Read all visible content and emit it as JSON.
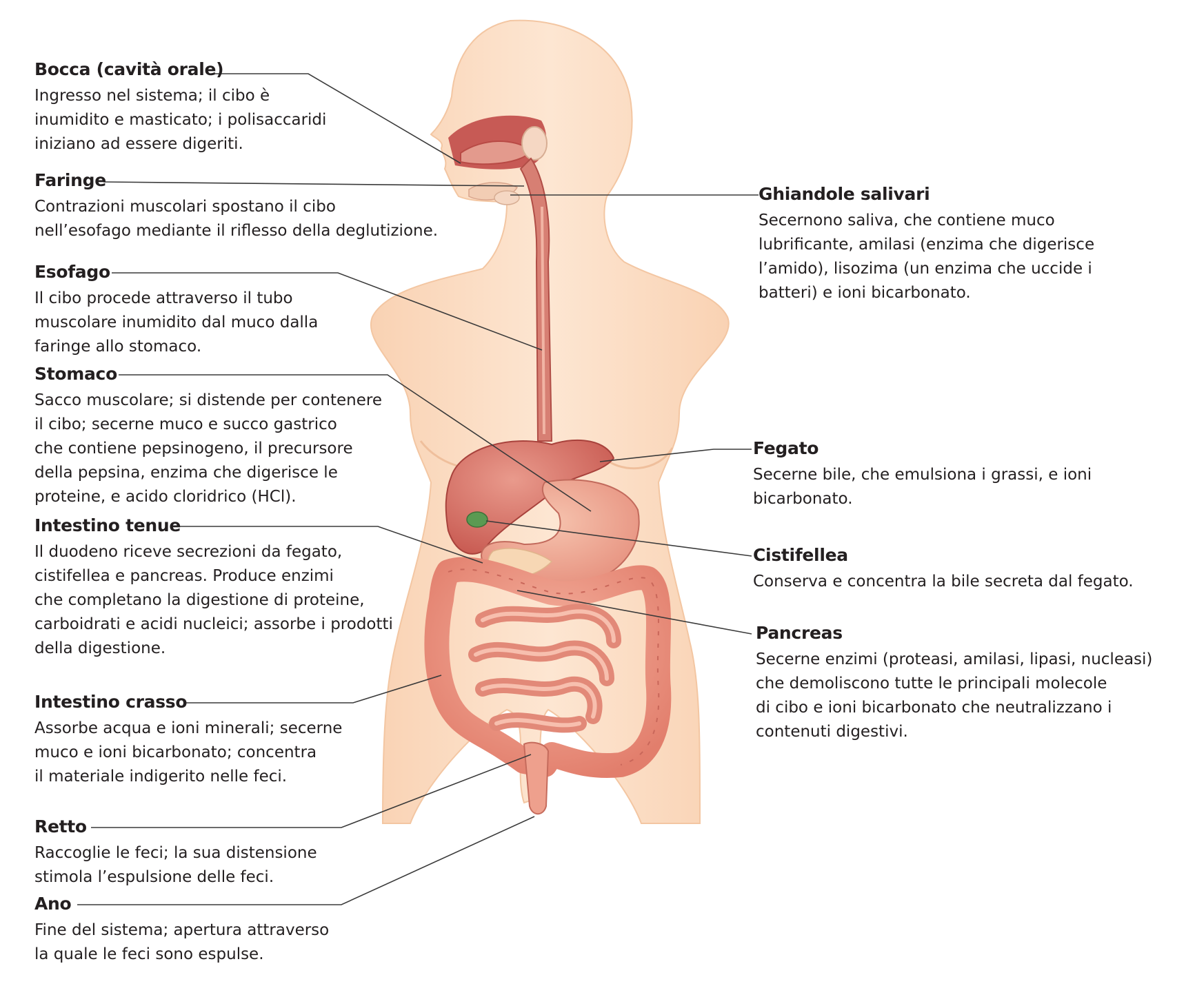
{
  "colors": {
    "skin": "#fde3cc",
    "skin_edge": "#f5c9a4",
    "organ": "#e08578",
    "organ_dark": "#c9554d",
    "intestine": "#f0a694",
    "gallbladder": "#5a9a52",
    "pancreas": "#f7d7b4",
    "leader_line": "#3a3a3a"
  },
  "labels": [
    {
      "id": "bocca",
      "title": "Bocca (cavità orale)",
      "text": "Ingresso nel sistema; il cibo è\ninumidito e masticato; i polisaccaridi\niniziano ad essere digeriti."
    },
    {
      "id": "faringe",
      "title": "Faringe",
      "text": "Contrazioni muscolari spostano il cibo\nnell’esofago mediante il riflesso della deglutizione."
    },
    {
      "id": "esofago",
      "title": "Esofago",
      "text": "Il cibo procede attraverso il tubo\nmuscolare inumidito dal muco dalla\nfaringe allo stomaco."
    },
    {
      "id": "stomaco",
      "title": "Stomaco",
      "text": "Sacco muscolare; si distende per contenere\nil cibo; secerne muco e succo gastrico\nche contiene pepsinogeno, il precursore\ndella pepsina, enzima che digerisce le\nproteine, e acido cloridrico (HCl)."
    },
    {
      "id": "intestino_tenue",
      "title": "Intestino tenue",
      "text": "Il duodeno riceve secrezioni da fegato,\ncistifellea e pancreas. Produce enzimi\nche completano la digestione di proteine,\ncarboidrati e acidi nucleici; assorbe i prodotti\ndella digestione."
    },
    {
      "id": "intestino_crasso",
      "title": "Intestino crasso",
      "text": "Assorbe acqua e ioni minerali; secerne\nmuco e ioni bicarbonato; concentra\nil materiale indigerito nelle feci."
    },
    {
      "id": "retto",
      "title": "Retto",
      "text": "Raccoglie le feci; la sua distensione\nstimola l’espulsione delle feci."
    },
    {
      "id": "ano",
      "title": "Ano",
      "text": "Fine del sistema; apertura attraverso\nla quale le feci sono espulse."
    },
    {
      "id": "ghiandole_salivari",
      "title": "Ghiandole salivari",
      "text": "Secernono saliva, che contiene muco\nlubrificante, amilasi (enzima che digerisce\nl’amido), lisozima (un enzima che uccide i\nbatteri) e ioni bicarbonato."
    },
    {
      "id": "fegato",
      "title": "Fegato",
      "text": "Secerne bile, che emulsiona i grassi, e ioni\nbicarbonato."
    },
    {
      "id": "cistifellea",
      "title": "Cistifellea",
      "text": "Conserva e concentra la bile secreta dal fegato."
    },
    {
      "id": "pancreas",
      "title": "Pancreas",
      "text": "Secerne enzimi (proteasi, amilasi, lipasi, nucleasi)\nche demoliscono tutte le principali molecole\ndi cibo e ioni bicarbonato che neutralizzano i\ncontenuti digestivi."
    }
  ]
}
